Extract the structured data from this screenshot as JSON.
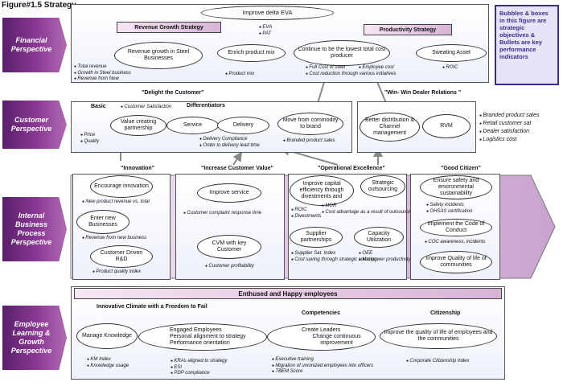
{
  "title": "Figure#1.5 Strategy",
  "perspectives": {
    "financial": "Financial Perspective",
    "customer": "Customer Perspective",
    "internal": "Internal Business Process Perspective",
    "learning": "Employee Learning & Growth Perspective"
  },
  "note": "Bubbles & boxes in this figure are strategic objectives & Bullets are key performance indicators",
  "financial": {
    "top_objective": "Improve delta EVA",
    "revenue_strategy": "Revenue Growth Strategy",
    "productivity_strategy": "Productivity Strategy",
    "revenue_growth": "Revenue growth in Steel Businesses",
    "enrich_mix": "Enrich product mix",
    "lowest_cost": "Continue to be the lowest total cost producer",
    "sweating": "Sweating Asset",
    "kpi_eva": [
      "EVA",
      "PAT"
    ],
    "kpi_revenue": [
      "Total revenue",
      "Growth in Steel business",
      "Revenue from New"
    ],
    "kpi_mix": [
      "Product mix"
    ],
    "kpi_cost": [
      "Full Cost of steel",
      "Employee cost",
      "Cost reduction through various initiatives"
    ],
    "kpi_roic": [
      "ROIC"
    ]
  },
  "customer": {
    "theme": "\"Delight the Customer\"",
    "basic": "Basic",
    "satisfaction": "Customer Satisfaction",
    "differentiators": "Differentiators",
    "value_partnership": "Value creating partnership",
    "service": "Service",
    "delivery": "Delivery",
    "move": "Move from commodity to brand",
    "kpi_basic": [
      "Price",
      "Quality"
    ],
    "kpi_delivery": [
      "Delivery Compliance",
      "Order to delivery lead time"
    ],
    "kpi_brand": [
      "Branded product sales"
    ],
    "dealer_theme": "\"Win- Win Dealer Relations \"",
    "distribution": "Better distribution & Channel management",
    "rvm": "RVM",
    "kpi_dealer": [
      "Branded product sales",
      "Retail customer sat",
      "Dealer satisfaction",
      "Logistics cost"
    ]
  },
  "internal": {
    "innovation_theme": "\"Innovation\"",
    "encourage": "Encourage innovation",
    "kpi_encourage": [
      "New product revenue vs. total"
    ],
    "enter_new": "Enter new Businesses",
    "kpi_enter": [
      "Revenue from new business"
    ],
    "customer_rd": "Customer Driven R&D",
    "kpi_rd": [
      "Product quality index"
    ],
    "cv_theme": "\"Increase Customer Value\"",
    "improve_service": "Improve service",
    "kpi_service": [
      "Customer complaint response time"
    ],
    "cvm": "CVM with key Customer",
    "kpi_cvm": [
      "Customer profitability"
    ],
    "opex_theme": "\"Operational Excellence\"",
    "capital": "Improve capital efficiency through divestments and",
    "strategic_outsourcing": "Strategic outsourcing",
    "kpi_capital": [
      "ROIC",
      "Divestments"
    ],
    "kpi_outsourcing": [
      "MOR",
      "Cost advantage as a result of outsourcing"
    ],
    "supplier": "Supplier partnerships",
    "capacity": "Capacity Utilization",
    "kpi_supplier": [
      "Supplier Sat. Index",
      "Cost saving through strategic sourcing"
    ],
    "kpi_capacity": [
      "OEE",
      "Manpower productivity"
    ],
    "citizen_theme": "\"Good Citizen\"",
    "safety": "Ensure safety and environmental sustainability",
    "kpi_safety": [
      "Safety incidents",
      "OHSAS certification"
    ],
    "conduct": "Implement the Code of Conduct",
    "kpi_conduct": [
      "COC awareness, incidents"
    ],
    "community": "Improve Quality of life of communities"
  },
  "learning": {
    "banner": "Enthused and Happy employees",
    "climate": "Innovative Climate with a Freedom to Fail",
    "competencies": "Competencies",
    "citizenship": "Citizenship",
    "manage_knowledge": "Manage Knowledge",
    "engaged": [
      "Engaged Employees",
      "Personal alignment to strategy",
      "Performance orientation"
    ],
    "leaders": [
      "Create Leaders",
      "Change continuous improvement"
    ],
    "quality_life": "Improve the quality of life of employees and the communities",
    "kpi_knowledge": [
      "KM Index",
      "Knowledge usage"
    ],
    "kpi_engaged": [
      "KRAs aligned to strategy",
      "ESI",
      "PDP compliance"
    ],
    "kpi_leaders": [
      "Executive training",
      "Migration of unionized employees into officers",
      "TBEM Score"
    ],
    "kpi_citizenship": [
      "Corporate Citizenship Index"
    ]
  }
}
